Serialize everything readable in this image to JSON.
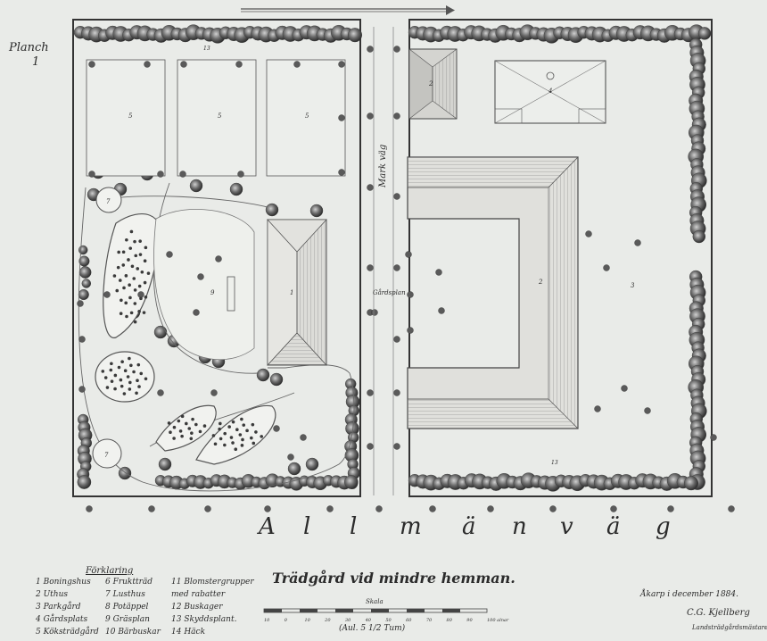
{
  "plan_label": "Planch",
  "plan_number": "1",
  "road_label": "Allmän väg",
  "road_letters": [
    "A",
    "l",
    "l",
    "m",
    "ä",
    "n",
    "v",
    "ä",
    "g"
  ],
  "title": "Trädgård vid mindre hemman.",
  "lane_label": "Mark väg",
  "yard_label": "Gårdsplan",
  "legend": {
    "heading": "Förklaring",
    "items": [
      "1 Boningshus",
      "2 Uthus",
      "3 Parkgård",
      "4 Gårdsplats",
      "5 Köksträdgård",
      "6 Fruktträd",
      "7 Lusthus",
      "8 Potäppel",
      "9 Gräsplan",
      "10 Bärbuskar",
      "11 Blomstergrupper",
      "   med rabatter",
      "12 Buskager",
      "13 Skyddsplant.",
      "14 Häck"
    ]
  },
  "scale": {
    "label": "Skala",
    "ticks": [
      "10",
      "0",
      "10",
      "20",
      "30",
      "40",
      "50",
      "60",
      "70",
      "80",
      "90",
      "100 alnar"
    ],
    "note": "(Aul. 5 1/2 Tum)"
  },
  "signature": {
    "line1": "Åkarp i december 1884.",
    "line2": "C.G. Kjellberg",
    "line3": "Landsträdgårdsmästare"
  },
  "area_labels": {
    "bed_left": "5",
    "bed_mid": "5",
    "bed_right": "5",
    "outhouse": "2",
    "main_house": "1",
    "right_outhouse": "2",
    "yard_building": "4",
    "arbor_top": "7",
    "arbor_bottom": "7",
    "lawn": "9",
    "orchard_right": "3",
    "hedge_top": "13",
    "hedge_bottom": "13"
  },
  "colors": {
    "paper": "#e9ebe8",
    "ink": "#2b2b2b",
    "shrub_dark": "#4a4a4a",
    "shrub_light": "#9a9a9a",
    "roof": "#d8d8d4"
  }
}
